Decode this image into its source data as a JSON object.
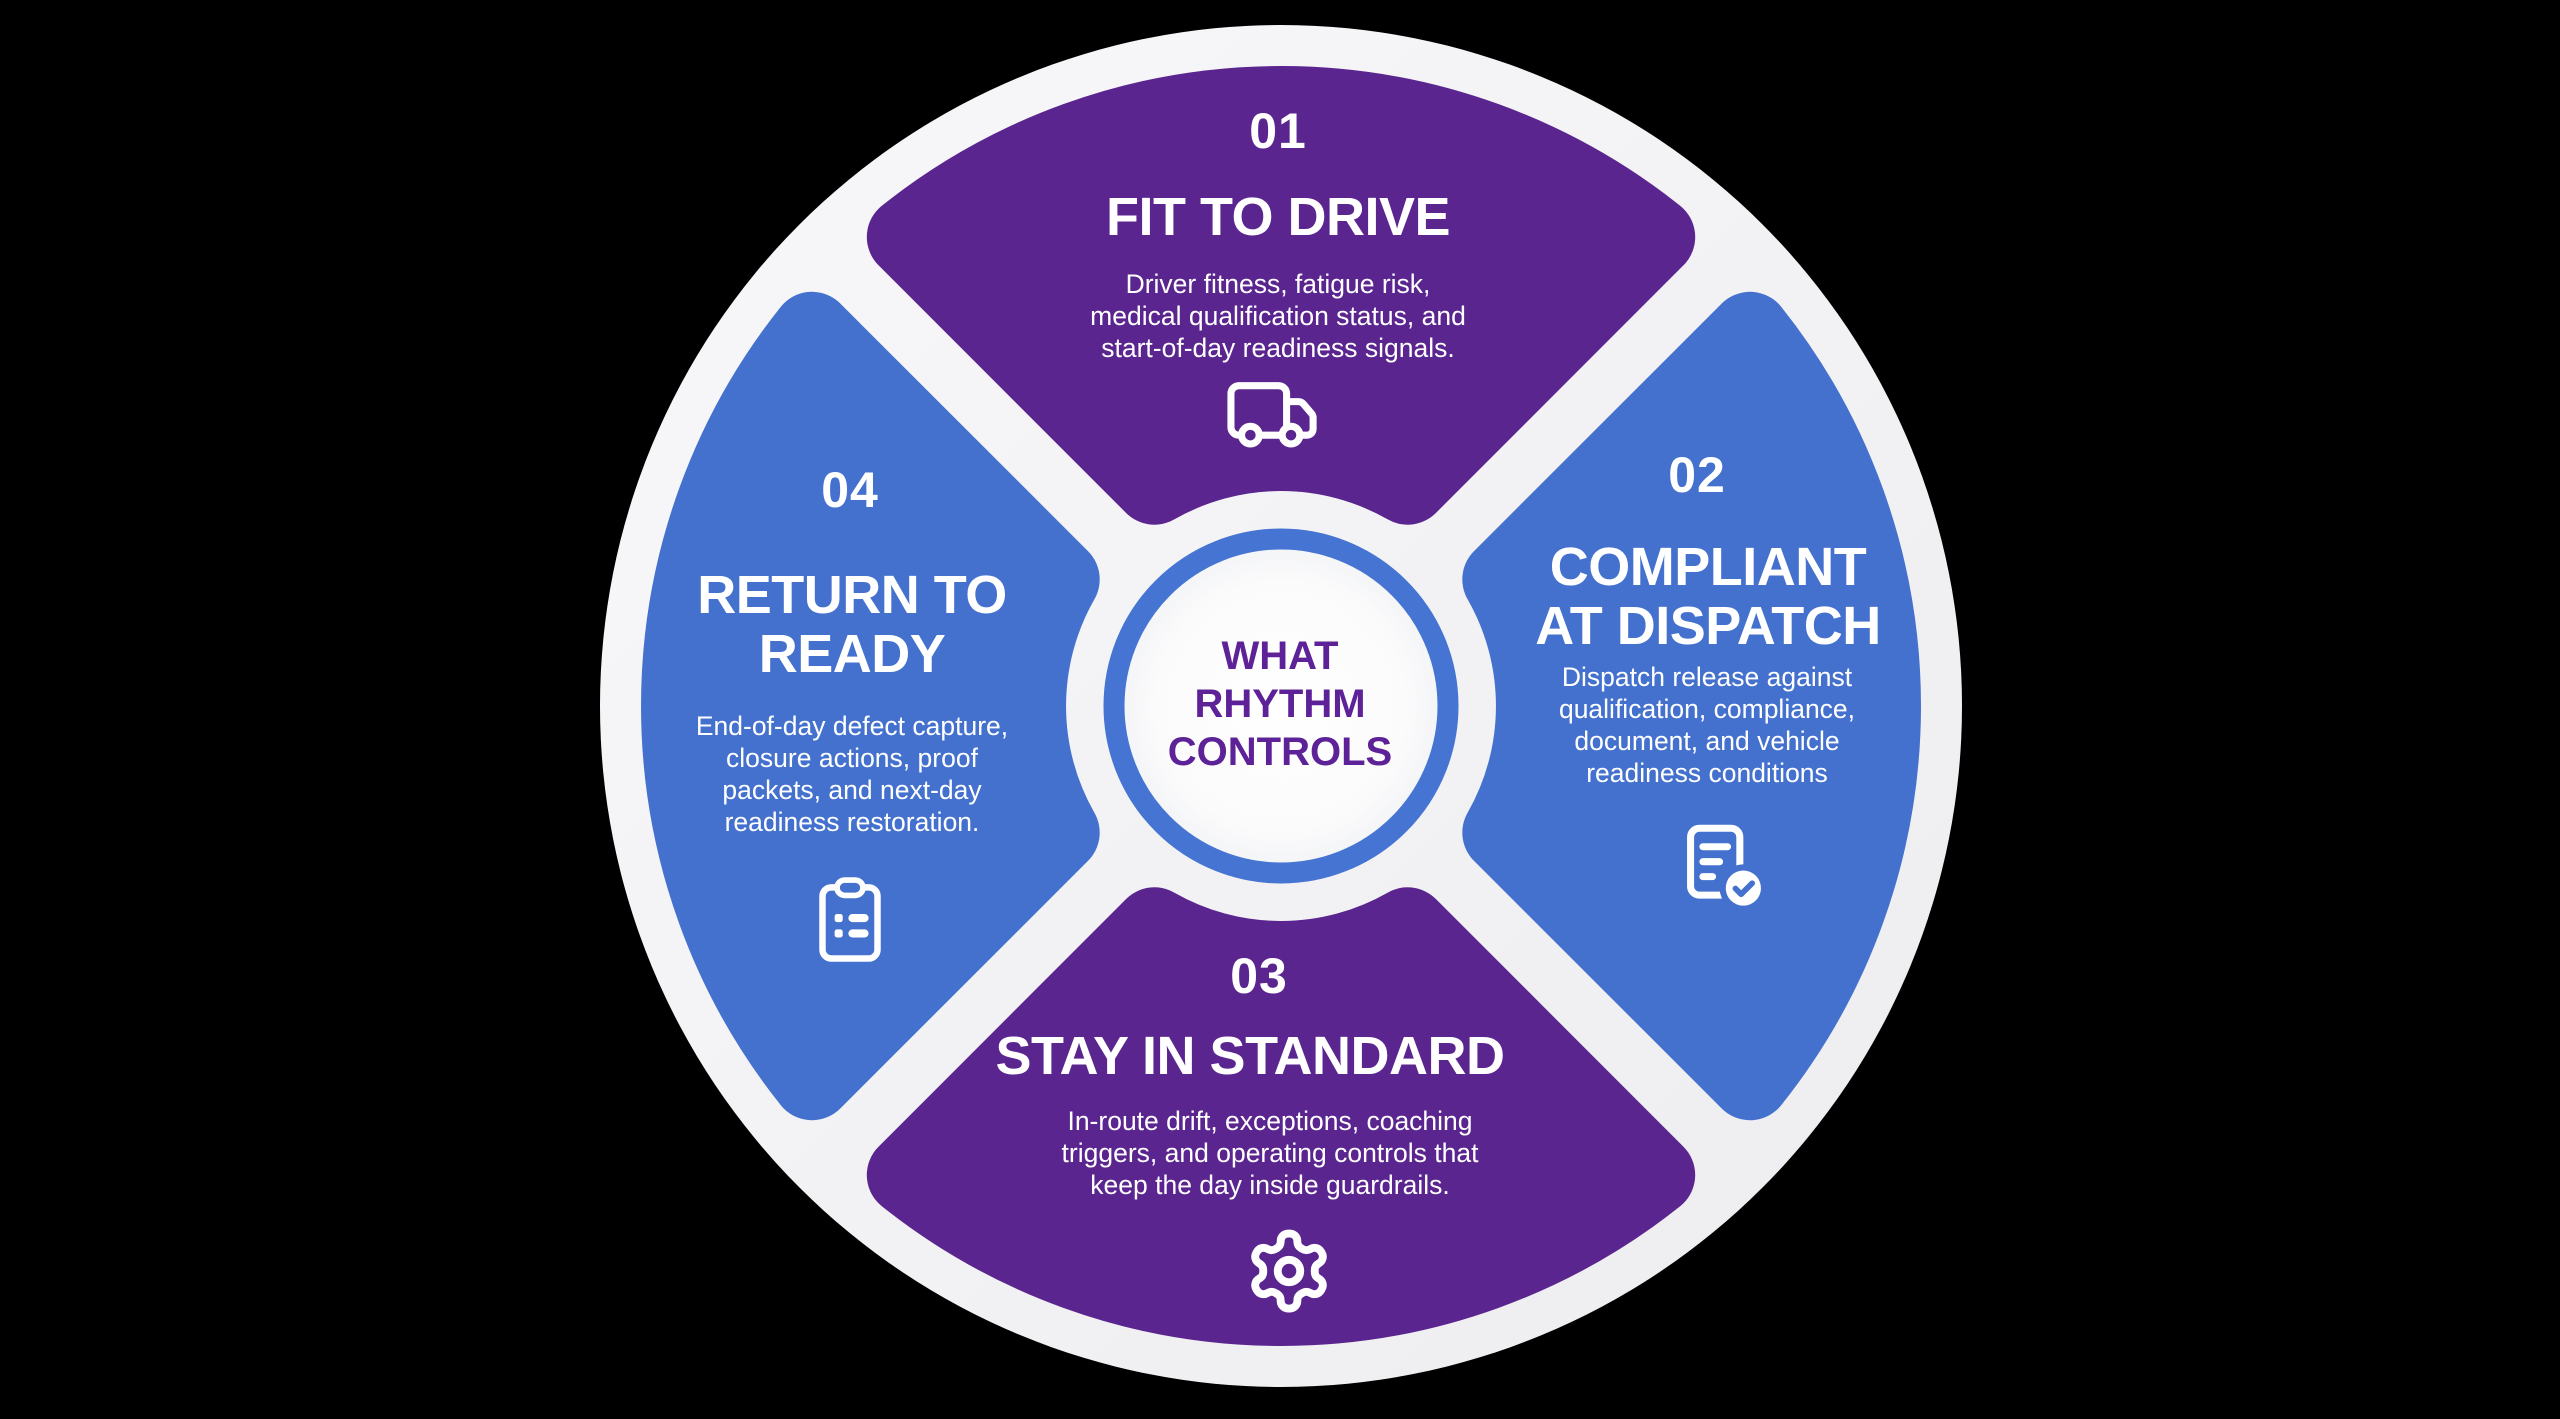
{
  "page": {
    "background": "#000000"
  },
  "wheel": {
    "ring_color": "#f2f2f4",
    "purple": "#5b2590",
    "blue": "#4471ce",
    "center": {
      "title": "WHAT\nRHYTHM\nCONTROLS",
      "text_color": "#5e2298",
      "ring_color": "#4574d2",
      "fill": "#fbfbfc"
    },
    "segments": [
      {
        "position": "top",
        "number": "01",
        "title": "FIT TO DRIVE",
        "description": "Driver fitness, fatigue risk,\nmedical qualification status, and\nstart-of-day readiness signals.",
        "icon": "truck-icon",
        "color": "#5b2590"
      },
      {
        "position": "right",
        "number": "02",
        "title": "COMPLIANT\nAT DISPATCH",
        "description": "Dispatch release against\nqualification, compliance,\ndocument, and vehicle\nreadiness conditions",
        "icon": "document-check-icon",
        "color": "#4471ce"
      },
      {
        "position": "bottom",
        "number": "03",
        "title": "STAY IN STANDARD",
        "description": "In-route drift, exceptions, coaching\ntriggers, and operating controls that\nkeep the day inside guardrails.",
        "icon": "gear-icon",
        "color": "#5b2590"
      },
      {
        "position": "left",
        "number": "04",
        "title": "RETURN TO\nREADY",
        "description": "End-of-day defect capture,\nclosure actions, proof\npackets, and next-day\nreadiness restoration.",
        "icon": "clipboard-icon",
        "color": "#4471ce"
      }
    ]
  }
}
